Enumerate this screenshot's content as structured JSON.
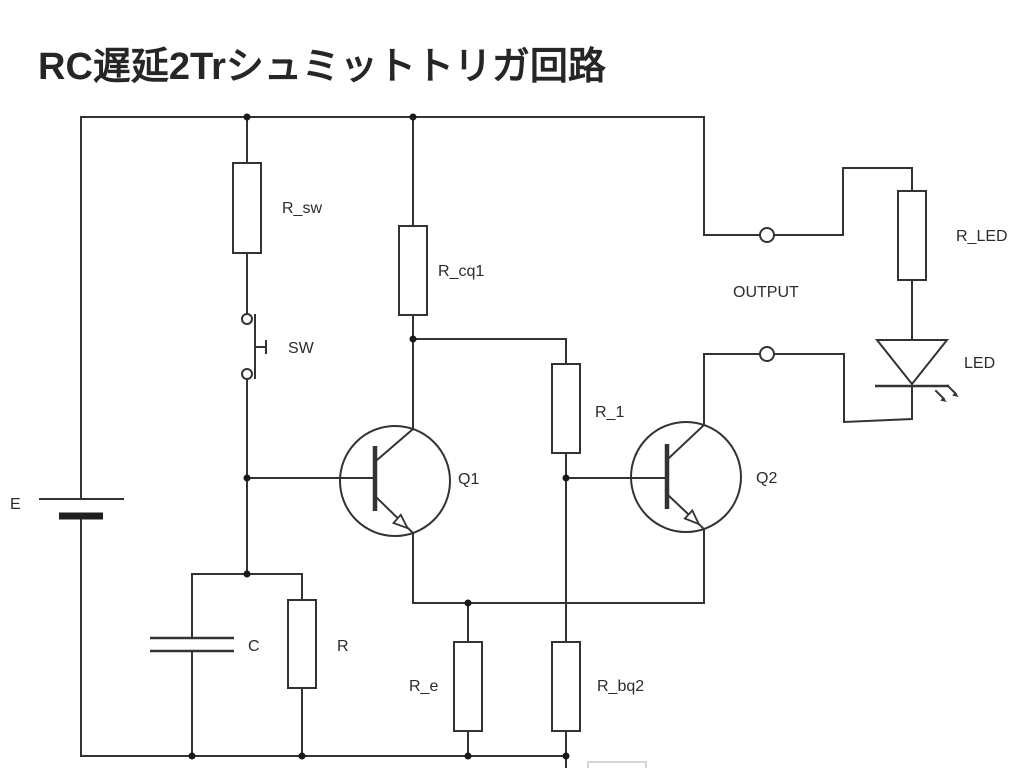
{
  "title": "RC遅延2Trシュミットトリガ回路",
  "palette": {
    "background": "#ffffff",
    "ink": "#333333",
    "text": "#2b2b2b"
  },
  "components": {
    "battery": {
      "label": "E"
    },
    "switch_resistor": {
      "label": "R_sw"
    },
    "push_switch": {
      "label": "SW"
    },
    "collector_resistor_q1": {
      "label": "R_cq1"
    },
    "coupling_resistor": {
      "label": "R_1"
    },
    "transistor_q1": {
      "label": "Q1"
    },
    "transistor_q2": {
      "label": "Q2"
    },
    "timing_capacitor": {
      "label": "C"
    },
    "timing_resistor": {
      "label": "R"
    },
    "emitter_resistor": {
      "label": "R_e"
    },
    "base_resistor_q2": {
      "label": "R_bq2"
    },
    "led_resistor": {
      "label": "R_LED"
    },
    "led": {
      "label": "LED"
    },
    "output_terminals": {
      "label": "OUTPUT"
    }
  }
}
